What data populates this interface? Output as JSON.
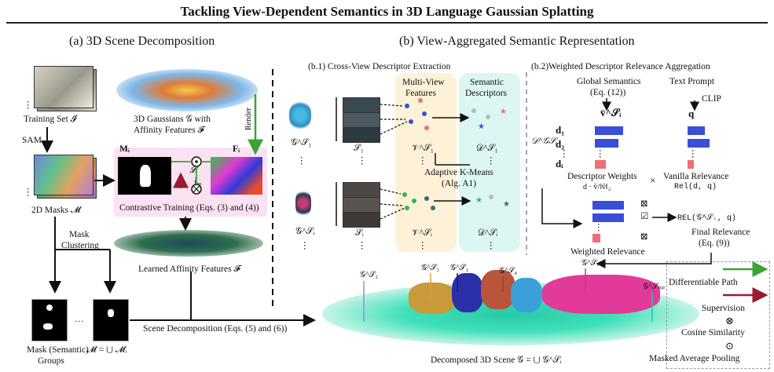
{
  "title": "Tackling View-Dependent Semantics in 3D Language Gaussian Splatting",
  "left": {
    "heading": "(a) 3D Scene Decomposition",
    "training_set": "Training Set 𝓘",
    "sam": "SAM",
    "masks_2d": "2D Masks 𝓜",
    "gaussians_line1": "3D Gaussians 𝒢 with",
    "gaussians_line2": "Affinity Features 𝓕",
    "render": "Render",
    "mi_label": "Mᵢ",
    "fi_label": "Fᵢ",
    "loss_label": "𝓛",
    "mhat_label": "f̂ₘ",
    "contrastive": "Contrastive Training (Eqs. (3) and (4))",
    "mask_clustering_line1": "Mask",
    "mask_clustering_line2": "Clustering",
    "learned_affinity": "Learned Affinity Features 𝓕",
    "scene_decomp": "Scene Decomposition (Eqs. (5) and (6))",
    "mask_groups_line1": "Mask (Semantic)",
    "mask_groups_line2": "Groups",
    "mask_groups_eq": "𝓜 = ⋃ 𝓜ᵢ",
    "dots": "…",
    "vdots": "⋮"
  },
  "right": {
    "heading": "(b) View-Aggregated Semantic Representation",
    "b1": "(b.1) Cross-View Descriptor Extraction",
    "b2": "(b.2)Weighted Descriptor Relevance Aggregation",
    "multiview_line1": "Multi-View",
    "multiview_line2": "Features",
    "semantic_line1": "Semantic",
    "semantic_line2": "Descriptors",
    "g_s1": "𝒢^𝒮₁",
    "g_si": "𝒢^𝒮ᵢ",
    "s1": "𝒮₁",
    "si": "𝒮ᵢ",
    "v_s1": "𝒱^𝒮₁",
    "v_si": "𝒱^𝒮ᵢ",
    "d_s1": "𝒟^𝒮₁",
    "d_si": "𝒟^𝒮ᵢ",
    "kmeans_line1": "Adaptive K-Means",
    "kmeans_line2": "(Alg. A1)",
    "global_line1": "Global Semantics",
    "global_line2": "(Eq. (12))",
    "global_sym": "v̄^𝒮ᵢ",
    "text_prompt": "Text Prompt",
    "clip": "CLIP",
    "q": "q",
    "d_matrix": "𝒟^𝒢𝒮ᵢ",
    "d1": "d₁",
    "d2": "d₂",
    "di": "dᵢ",
    "desc_weights": "Descriptor Weights",
    "desc_weights_eq": "d · v̄/‖v̄‖₂",
    "times": "×",
    "vanilla": "Vanilla Relevance",
    "rel_dq": "Rel(d, q)",
    "rel_gq": "REL(𝒢^𝒮ᵢ, q)",
    "final_line1": "Final Relevance",
    "final_line2": "(Eq. (9))",
    "weighted": "Weighted Relevance",
    "decomposed": "Decomposed 3D Scene 𝒢 = ⋃ 𝒢^𝒮ᵢ",
    "scene_labels": [
      "𝒢^𝒮₂",
      "𝒢^𝒮₃",
      "𝒢^𝒮₁",
      "𝒢^𝒮₄",
      "𝒢^𝒮ᵢ",
      "𝒢^𝒮ₙₚ"
    ]
  },
  "legend": {
    "diff_path": "Differentiable Path",
    "supervision": "Supervision",
    "cosine": "Cosine Similarity",
    "masked_pool": "Masked Average Pooling"
  },
  "colors": {
    "green_path": "#3aa335",
    "red_supervision": "#9b1b30",
    "bar_blue": "#3a4ed8",
    "bar_red": "#ef6f78",
    "panel_yellow": "#fdf1d8",
    "panel_cyan": "#dcf6f4",
    "pink_bg": "#fbe2f2"
  }
}
